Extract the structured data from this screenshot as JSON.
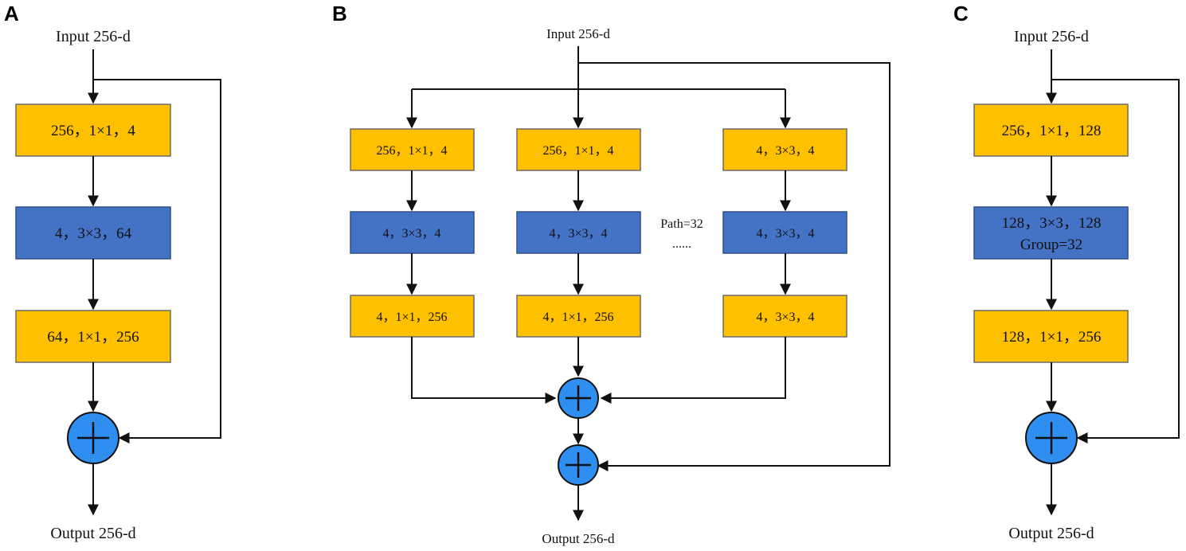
{
  "panels": {
    "a": {
      "label": "A",
      "input": "Input 256-d",
      "output": "Output 256-d",
      "boxes": [
        "256，1×1，4",
        "4，3×3，64",
        "64，1×1，256"
      ]
    },
    "b": {
      "label": "B",
      "input": "Input 256-d",
      "output": "Output 256-d",
      "path_note": "Path=32",
      "ellipsis": "......",
      "col1": [
        "256，1×1，4",
        "4，3×3，4",
        "4，1×1，256"
      ],
      "col2": [
        "256，1×1，4",
        "4，3×3，4",
        "4，1×1，256"
      ],
      "col3": [
        "4，3×3，4",
        "4，3×3，4",
        "4，3×3，4"
      ]
    },
    "c": {
      "label": "C",
      "input": "Input 256-d",
      "output": "Output 256-d",
      "boxes": [
        "256，1×1，128",
        "128，3×3，128",
        "128，1×1，256"
      ],
      "group_note": "Group=32"
    }
  },
  "colors": {
    "conv_1x1": "#FFC000",
    "conv_3x3": "#4472C4",
    "adder": "#2E8FF0"
  },
  "icons": {
    "adder": "circle-plus-icon"
  }
}
